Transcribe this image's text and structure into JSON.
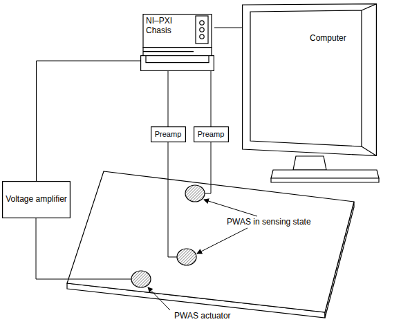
{
  "diagram": {
    "nodes": [
      {
        "text": [
          "NI–PXI Chasis"
        ]
      },
      {
        "text": [
          "Computer"
        ]
      },
      {
        "text": [
          "Preamp"
        ]
      },
      {
        "text": [
          "Preamp"
        ]
      },
      {
        "text": [
          "Voltage amplifier"
        ]
      }
    ],
    "edges": [
      {
        "from": 0,
        "to": 1,
        "arrow": "none"
      },
      {
        "from": 0,
        "to": 2,
        "arrow": "none"
      },
      {
        "from": 0,
        "to": 3,
        "arrow": "none"
      },
      {
        "from": 0,
        "to": 4,
        "arrow": "none"
      }
    ],
    "labels": [
      "PWAS in sensing state",
      "PWAS actuator"
    ]
  }
}
